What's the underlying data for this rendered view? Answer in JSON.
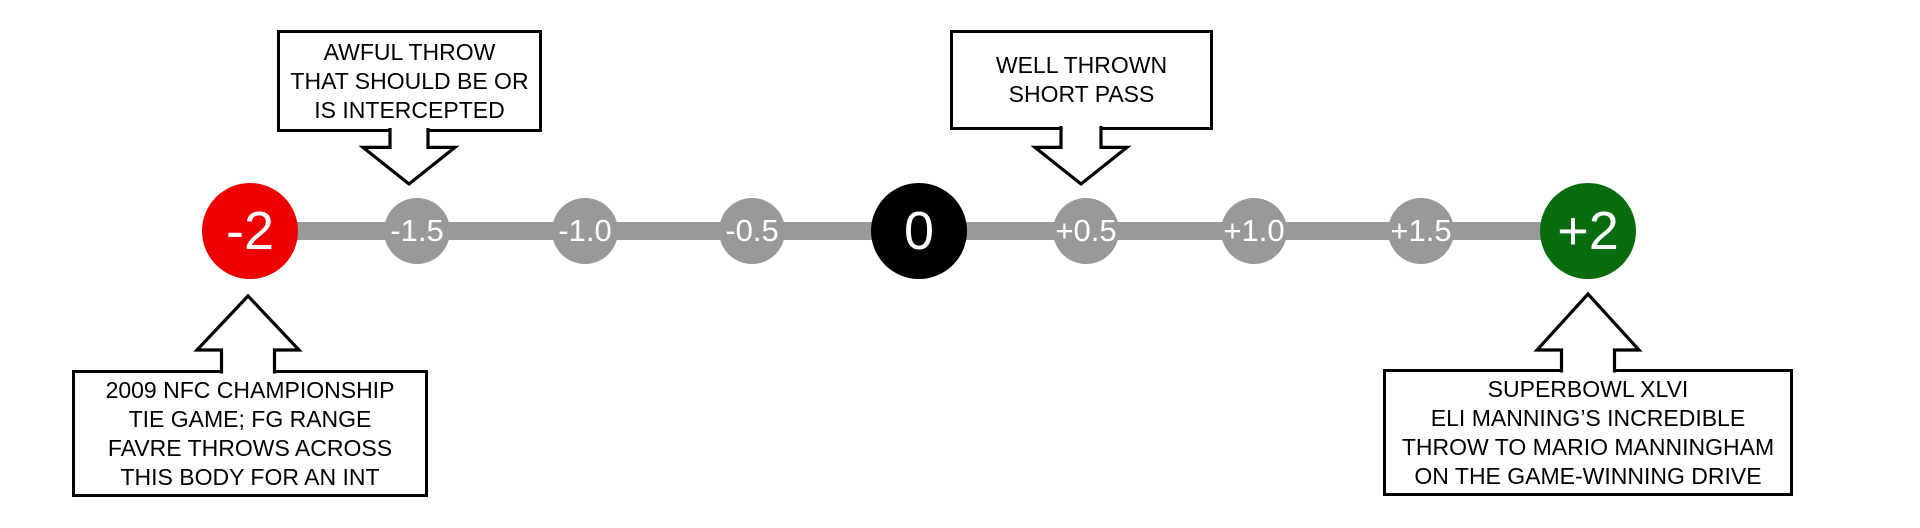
{
  "scale": {
    "axis_range": [
      -2,
      2
    ],
    "line_color": "#999999",
    "minor_point_color": "#999999",
    "point_label_color": "#FFFFFF",
    "points": [
      {
        "value": "-2",
        "type": "major",
        "color": "#EE0000"
      },
      {
        "value": "-1.5",
        "type": "minor",
        "color": "#999999"
      },
      {
        "value": "-1.0",
        "type": "minor",
        "color": "#999999"
      },
      {
        "value": "-0.5",
        "type": "minor",
        "color": "#999999"
      },
      {
        "value": "0",
        "type": "major",
        "color": "#000000"
      },
      {
        "value": "+0.5",
        "type": "minor",
        "color": "#999999"
      },
      {
        "value": "+1.0",
        "type": "minor",
        "color": "#999999"
      },
      {
        "value": "+1.5",
        "type": "minor",
        "color": "#999999"
      },
      {
        "value": "+2",
        "type": "major",
        "color": "#096C0E"
      }
    ]
  },
  "callouts": [
    {
      "target": "-1.5",
      "position": "top",
      "lines": [
        "AWFUL THROW",
        "THAT SHOULD BE OR",
        "IS INTERCEPTED"
      ]
    },
    {
      "target": "+0.5",
      "position": "top",
      "lines": [
        "WELL THROWN",
        "SHORT PASS"
      ]
    },
    {
      "target": "-2",
      "position": "bottom",
      "lines": [
        "2009 NFC CHAMPIONSHIP",
        "TIE GAME; FG RANGE",
        "FAVRE THROWS ACROSS",
        "THIS BODY FOR AN INT"
      ]
    },
    {
      "target": "+2",
      "position": "bottom",
      "lines": [
        "SUPERBOWL XLVI",
        "ELI MANNING’S INCREDIBLE",
        "THROW TO MARIO MANNINGHAM",
        "ON THE GAME-WINNING DRIVE"
      ]
    }
  ]
}
